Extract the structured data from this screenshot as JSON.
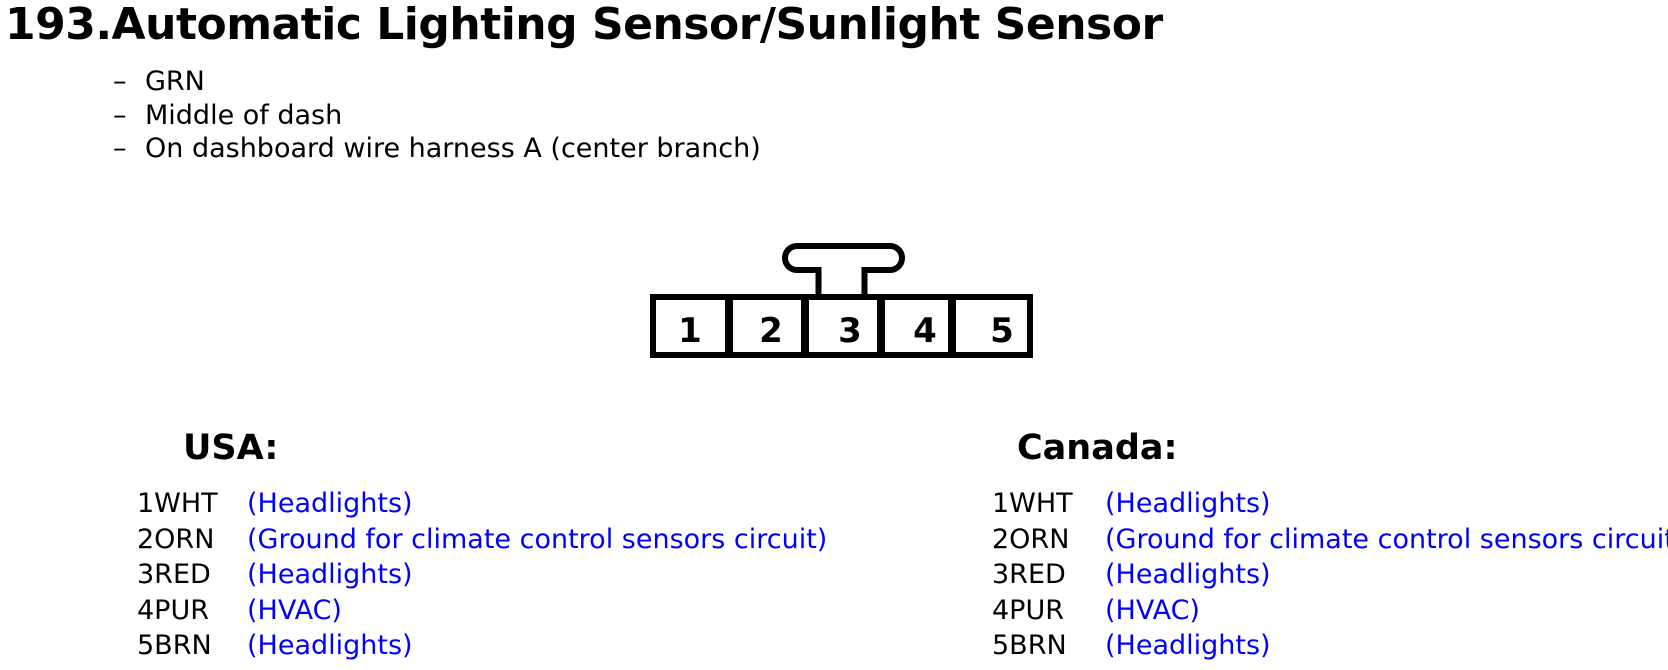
{
  "colors": {
    "background": "#ffffff",
    "text": "#000000",
    "description_blue": "#0000FF",
    "diagram_line": "#000000"
  },
  "title": "193.Automatic Lighting Sensor/Sunlight Sensor",
  "bullet_char": "–",
  "notes": [
    "GRN",
    "Middle of dash",
    "On dashboard wire harness A (center branch)"
  ],
  "connector": {
    "pins": [
      "1",
      "2",
      "3",
      "4",
      "5"
    ]
  },
  "sections": [
    {
      "heading": "USA:",
      "rows": [
        {
          "pin": "1WHT",
          "desc": "(Headlights)"
        },
        {
          "pin": "2ORN",
          "desc": "(Ground for climate control sensors circuit)"
        },
        {
          "pin": "3RED",
          "desc": "(Headlights)"
        },
        {
          "pin": "4PUR",
          "desc": "(HVAC)"
        },
        {
          "pin": "5BRN",
          "desc": "(Headlights)"
        }
      ]
    },
    {
      "heading": "Canada:",
      "rows": [
        {
          "pin": "1WHT",
          "desc": "(Headlights)"
        },
        {
          "pin": "2ORN",
          "desc": "(Ground for climate control sensors circuit)"
        },
        {
          "pin": "3RED",
          "desc": "(Headlights)"
        },
        {
          "pin": "4PUR",
          "desc": "(HVAC)"
        },
        {
          "pin": "5BRN",
          "desc": "(Headlights)"
        }
      ]
    }
  ]
}
